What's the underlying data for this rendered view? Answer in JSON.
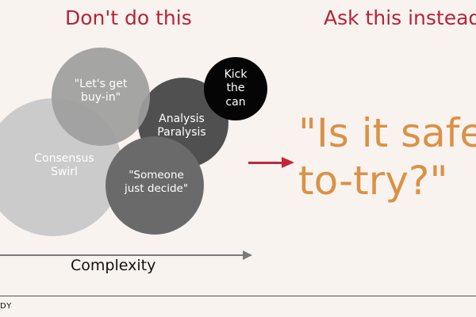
{
  "left_heading": "Don't do this",
  "right_heading": "Ask this instead",
  "bubbles": {
    "consensus": "Consensus\nSwirl",
    "buy_in": "\"Let's get\nbuy-in\"",
    "analysis": "Analysis\nParalysis",
    "someone": "\"Someone\njust decide\"",
    "kick": "Kick\nthe\ncan"
  },
  "axis_label": "Complexity",
  "question": "\"Is it safe-\nto-try?\"",
  "footer": "DY",
  "colors": {
    "heading": "#b5243a",
    "arrow": "#c1293b",
    "question": "#d99248",
    "background": "#f9f3ef"
  }
}
